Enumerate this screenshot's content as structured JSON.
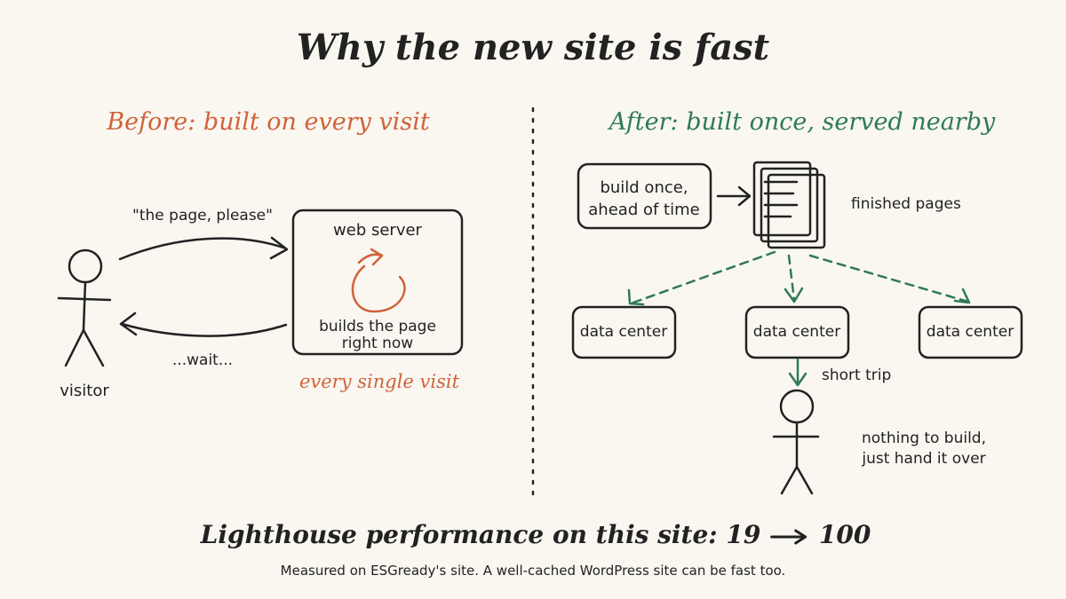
{
  "title": "Why the new site is fast",
  "before": {
    "heading": "Before: built on every visit",
    "request_label": "\"the page, please\"",
    "wait_label": "...wait...",
    "visitor_label": "visitor",
    "server_label": "web server",
    "builds_label_line1": "builds the page",
    "builds_label_line2": "right now",
    "every_visit_label": "every single visit"
  },
  "after": {
    "heading": "After: built once, served nearby",
    "build_once_line1": "build once,",
    "build_once_line2": "ahead of time",
    "finished_pages_label": "finished pages",
    "data_centers": [
      "data center",
      "data center",
      "data center"
    ],
    "short_trip_label": "short trip",
    "nothing_line1": "nothing to build,",
    "nothing_line2": "just hand it over"
  },
  "lighthouse": {
    "label": "Lighthouse performance on this site:",
    "before_score": "19",
    "after_score": "100"
  },
  "footnote": "Measured on ESGready's site. A well-cached WordPress site can be fast too.",
  "colors": {
    "ink": "#222222",
    "before_accent": "#d0623a",
    "after_accent": "#2f7a55",
    "background": "#faf7f1"
  }
}
